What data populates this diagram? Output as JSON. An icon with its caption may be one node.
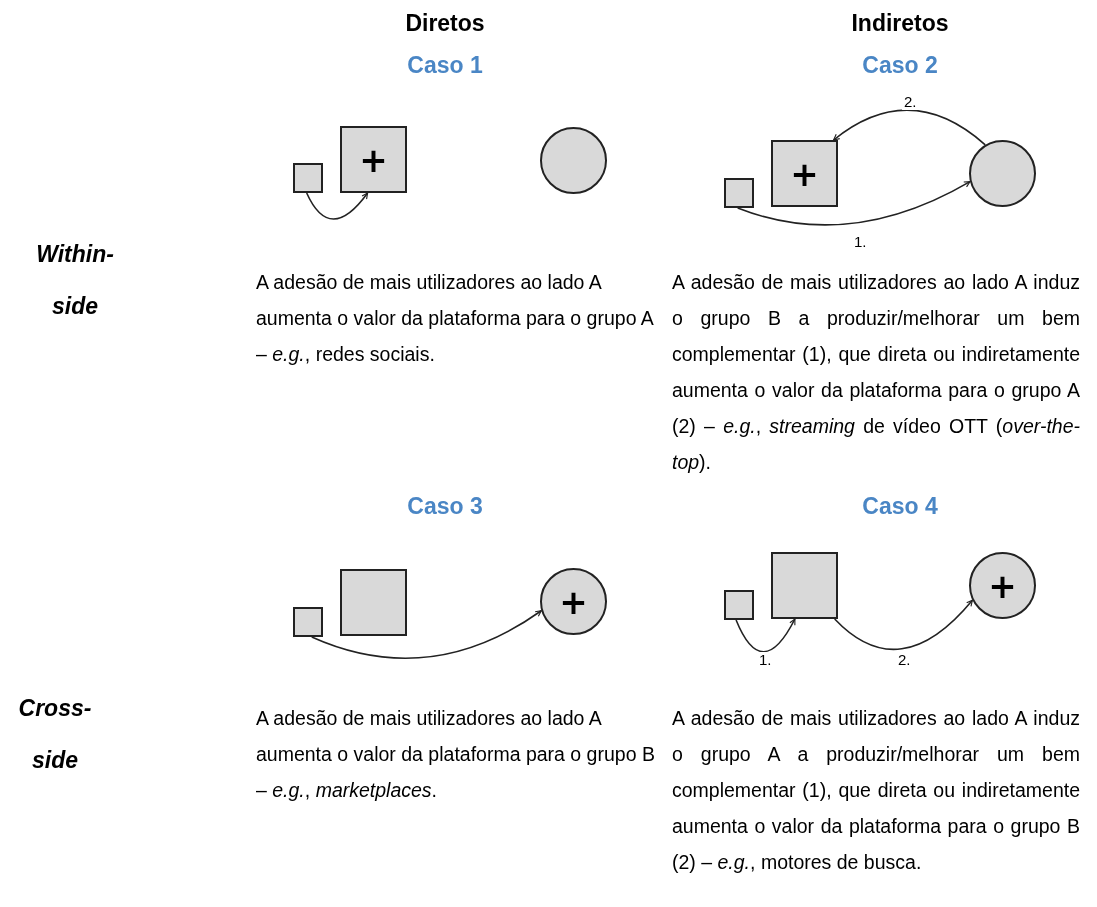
{
  "diagram": {
    "nodes": [
      {
        "text": [],
        "shape": "box"
      },
      {
        "text": [
          "+"
        ]
      },
      {
        "text": [],
        "shape": "circle"
      },
      {
        "text": [],
        "shape": "box"
      },
      {
        "text": [
          "+"
        ]
      },
      {
        "text": [],
        "shape": "circle"
      },
      {
        "text": [],
        "shape": "box"
      },
      {
        "text": [],
        "shape": "box"
      },
      {
        "text": [
          "+"
        ]
      },
      {
        "text": [],
        "shape": "box"
      },
      {
        "text": [],
        "shape": "box"
      },
      {
        "text": [
          "+"
        ]
      }
    ],
    "edges": [
      {
        "from": 0,
        "to": 1,
        "arrow": "to"
      },
      {
        "from": 3,
        "to": 5,
        "arrow": "to",
        "label": "1."
      },
      {
        "from": 5,
        "to": 4,
        "arrow": "to",
        "label": "2."
      },
      {
        "from": 6,
        "to": 8,
        "arrow": "to"
      },
      {
        "from": 9,
        "to": 10,
        "arrow": "to",
        "label": "1."
      },
      {
        "from": 10,
        "to": 11,
        "arrow": "to",
        "label": "2."
      }
    ],
    "labels": [
      "Diretos",
      "Indiretos",
      "Caso 1",
      "Caso 2",
      "Within-side",
      "A adesão de mais utilizadores ao lado A aumenta o valor da plataforma para o grupo A – *e.g.*, redes sociais.",
      "A adesão de mais utilizadores ao lado A induz o grupo B a produzir/melhorar um bem complementar (1), que direta ou indiretamente aumenta o valor da plataforma para o grupo A (2) – *e.g.*, *streaming* de vídeo OTT (*over-the-top*).",
      "Caso 3",
      "Caso 4",
      "Cross-side",
      "A adesão de mais utilizadores ao lado A aumenta o valor da plataforma para o grupo B – *e.g.*, *marketplaces*.",
      "A adesão de mais utilizadores ao lado A induz o grupo A a produzir/melhorar um bem complementar (1), que direta ou indiretamente aumenta o valor da plataforma para o grupo B (2) – *e.g.*, motores de busca."
    ]
  }
}
